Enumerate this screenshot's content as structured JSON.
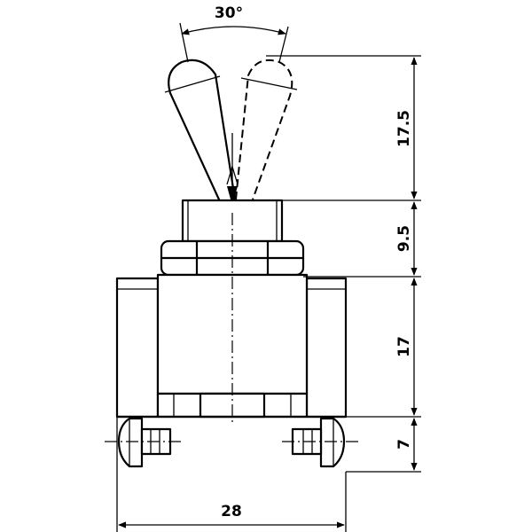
{
  "drawing": {
    "subject": "toggle switch",
    "angle_label": "30°",
    "dimensions": {
      "lever_height": "17.5",
      "bushing_height": "9.5",
      "body_height": "17",
      "terminal_height": "7",
      "body_width": "28"
    }
  }
}
